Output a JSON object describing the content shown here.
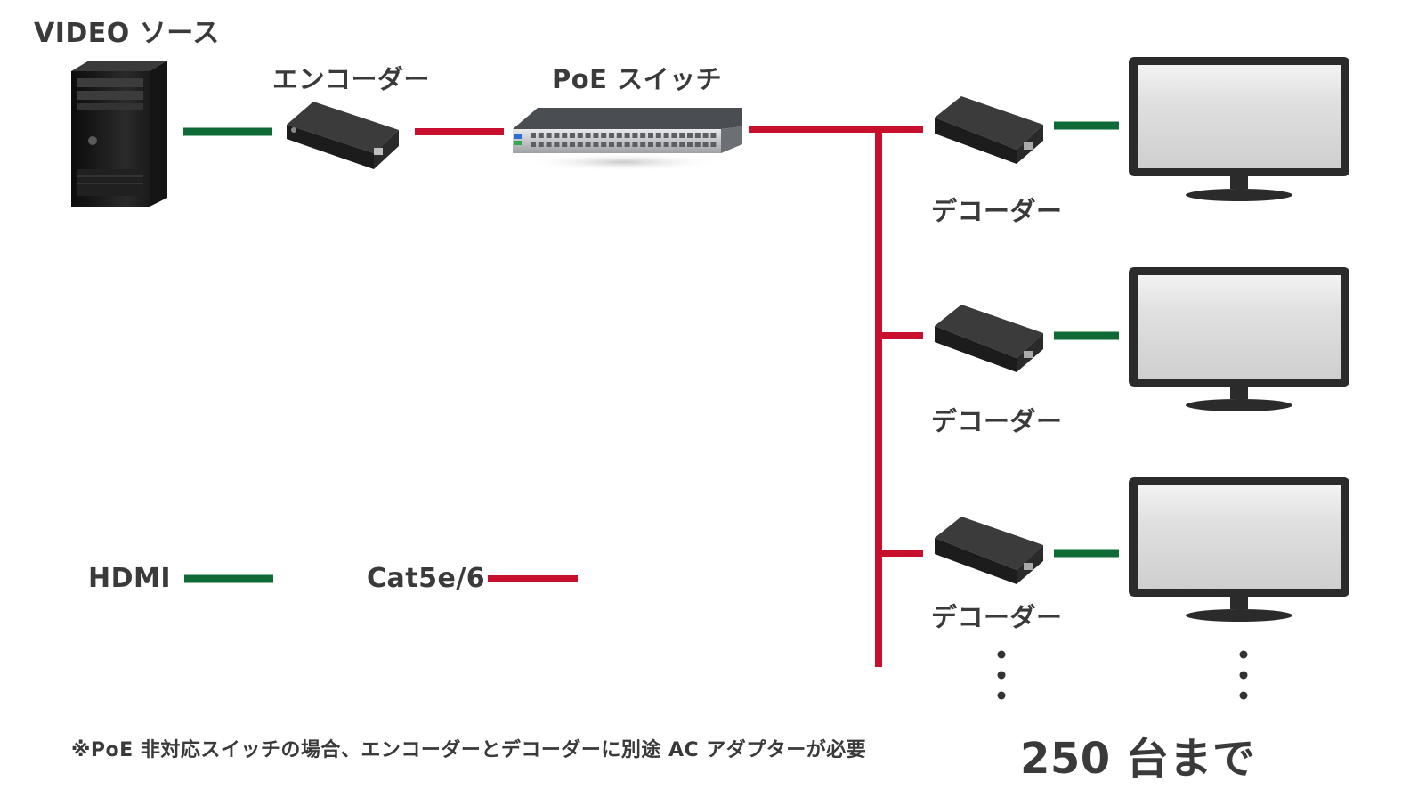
{
  "labels": {
    "video_source": "VIDEO ソース",
    "encoder": "エンコーダー",
    "poe_switch": "PoE スイッチ",
    "decoder_1": "デコーダー",
    "decoder_2": "デコーダー",
    "decoder_3": "デコーダー"
  },
  "legend": {
    "hdmi": "HDMI",
    "cat": "Cat5e/6"
  },
  "footer": {
    "note": "※PoE 非対応スイッチの場合、エンコーダーとデコーダーに別途 AC アダプターが必要",
    "max_count": "250 台まで"
  },
  "colors": {
    "hdmi_line": "#0e6b35",
    "cat_line": "#c8102e",
    "device_dark": "#2b2b2b",
    "screen_gray": "#d9d9d9"
  }
}
